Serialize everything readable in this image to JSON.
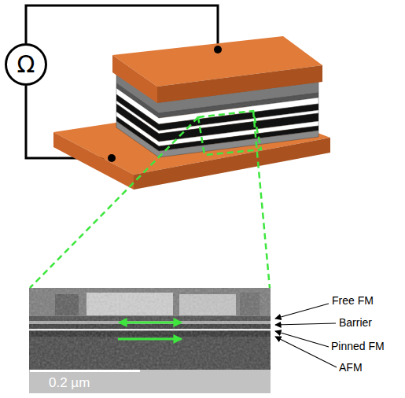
{
  "diagram": {
    "nodes": [
      {
        "text": [
          "Ω"
        ]
      }
    ],
    "labels": [
      "0.2 µm",
      "Free FM",
      "Barrier",
      "Pinned FM",
      "AFM"
    ]
  }
}
